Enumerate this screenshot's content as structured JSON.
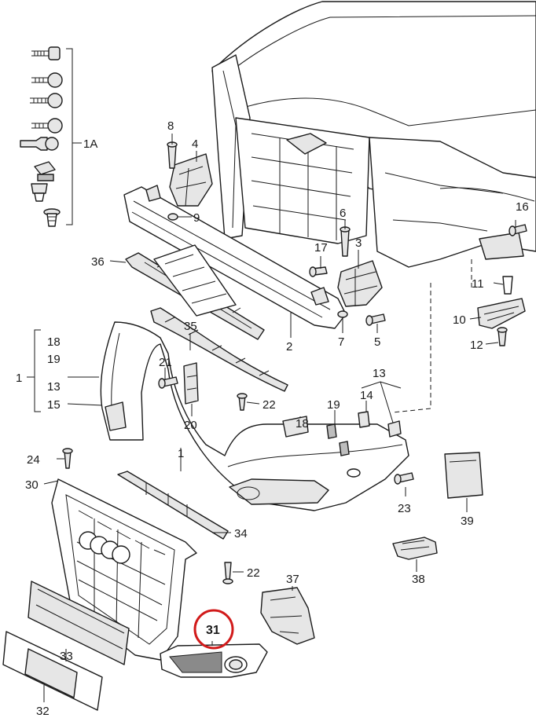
{
  "callouts": {
    "c1a": "1A",
    "c1_left": "1",
    "c1_front": "1",
    "c2": "2",
    "c3": "3",
    "c4": "4",
    "c5": "5",
    "c6": "6",
    "c7": "7",
    "c8": "8",
    "c9": "9",
    "c10": "10",
    "c11": "11",
    "c12": "12",
    "c13_left": "13",
    "c13_right": "13",
    "c14": "14",
    "c15": "15",
    "c16": "16",
    "c17": "17",
    "c18_left": "18",
    "c18_right": "18",
    "c19_left": "19",
    "c19_right": "19",
    "c20": "20",
    "c21": "21",
    "c22_upper": "22",
    "c22_lower": "22",
    "c23": "23",
    "c24": "24",
    "c30": "30",
    "c31": "31",
    "c32": "32",
    "c33": "33",
    "c34": "34",
    "c35": "35",
    "c36": "36",
    "c37": "37",
    "c38": "38",
    "c39": "39"
  },
  "highlight": {
    "part": "31",
    "color": "#d11a1a"
  }
}
